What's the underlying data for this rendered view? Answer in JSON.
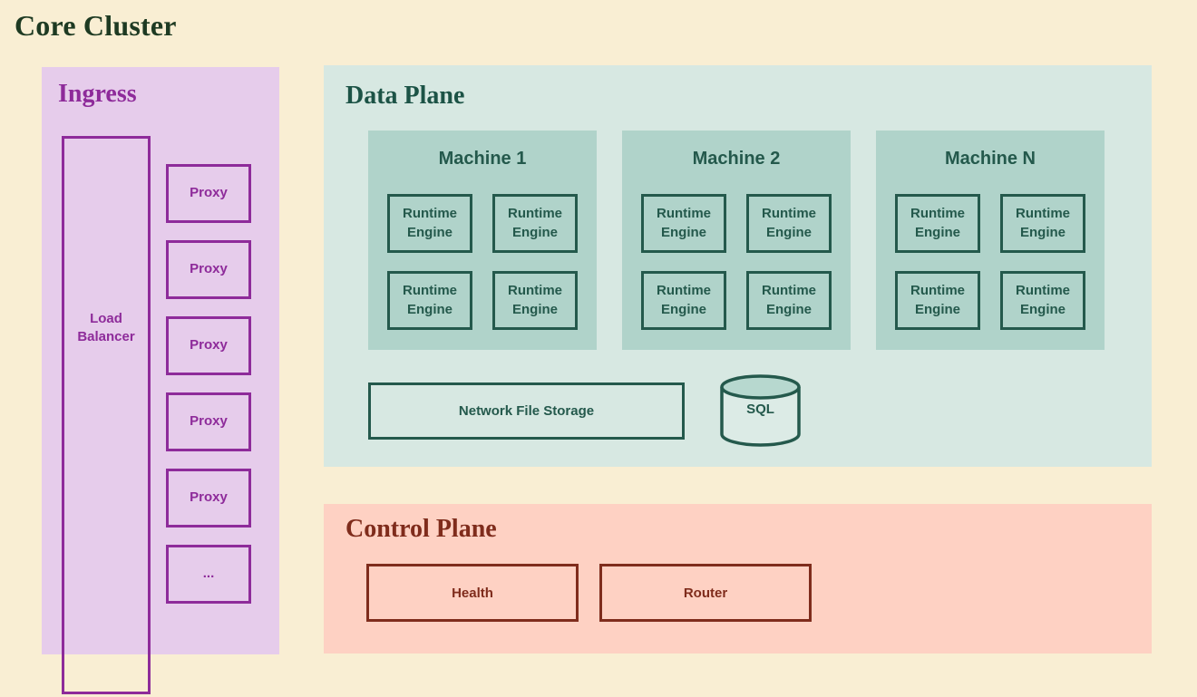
{
  "title": "Core Cluster",
  "colors": {
    "background": "#f9eed3",
    "title_text": "#1e3a22",
    "ingress_bg": "#e6cceb",
    "ingress_accent": "#8e2b9a",
    "data_plane_bg": "#d7e8e2",
    "machine_bg": "#b0d3ca",
    "data_plane_accent": "#24594c",
    "control_plane_bg": "#fed1c3",
    "control_plane_accent": "#7f2c1c"
  },
  "ingress": {
    "title": "Ingress",
    "load_balancer_label": "Load Balancer",
    "proxies": [
      {
        "label": "Proxy"
      },
      {
        "label": "Proxy"
      },
      {
        "label": "Proxy"
      },
      {
        "label": "Proxy"
      },
      {
        "label": "Proxy"
      },
      {
        "label": "..."
      }
    ]
  },
  "data_plane": {
    "title": "Data Plane",
    "machines": [
      {
        "name": "Machine 1",
        "engines": [
          "Runtime Engine",
          "Runtime Engine",
          "Runtime Engine",
          "Runtime Engine"
        ]
      },
      {
        "name": "Machine 2",
        "engines": [
          "Runtime Engine",
          "Runtime Engine",
          "Runtime Engine",
          "Runtime Engine"
        ]
      },
      {
        "name": "Machine N",
        "engines": [
          "Runtime Engine",
          "Runtime Engine",
          "Runtime Engine",
          "Runtime Engine"
        ]
      }
    ],
    "network_file_storage_label": "Network File Storage",
    "sql_label": "SQL"
  },
  "control_plane": {
    "title": "Control Plane",
    "health_label": "Health",
    "router_label": "Router"
  }
}
